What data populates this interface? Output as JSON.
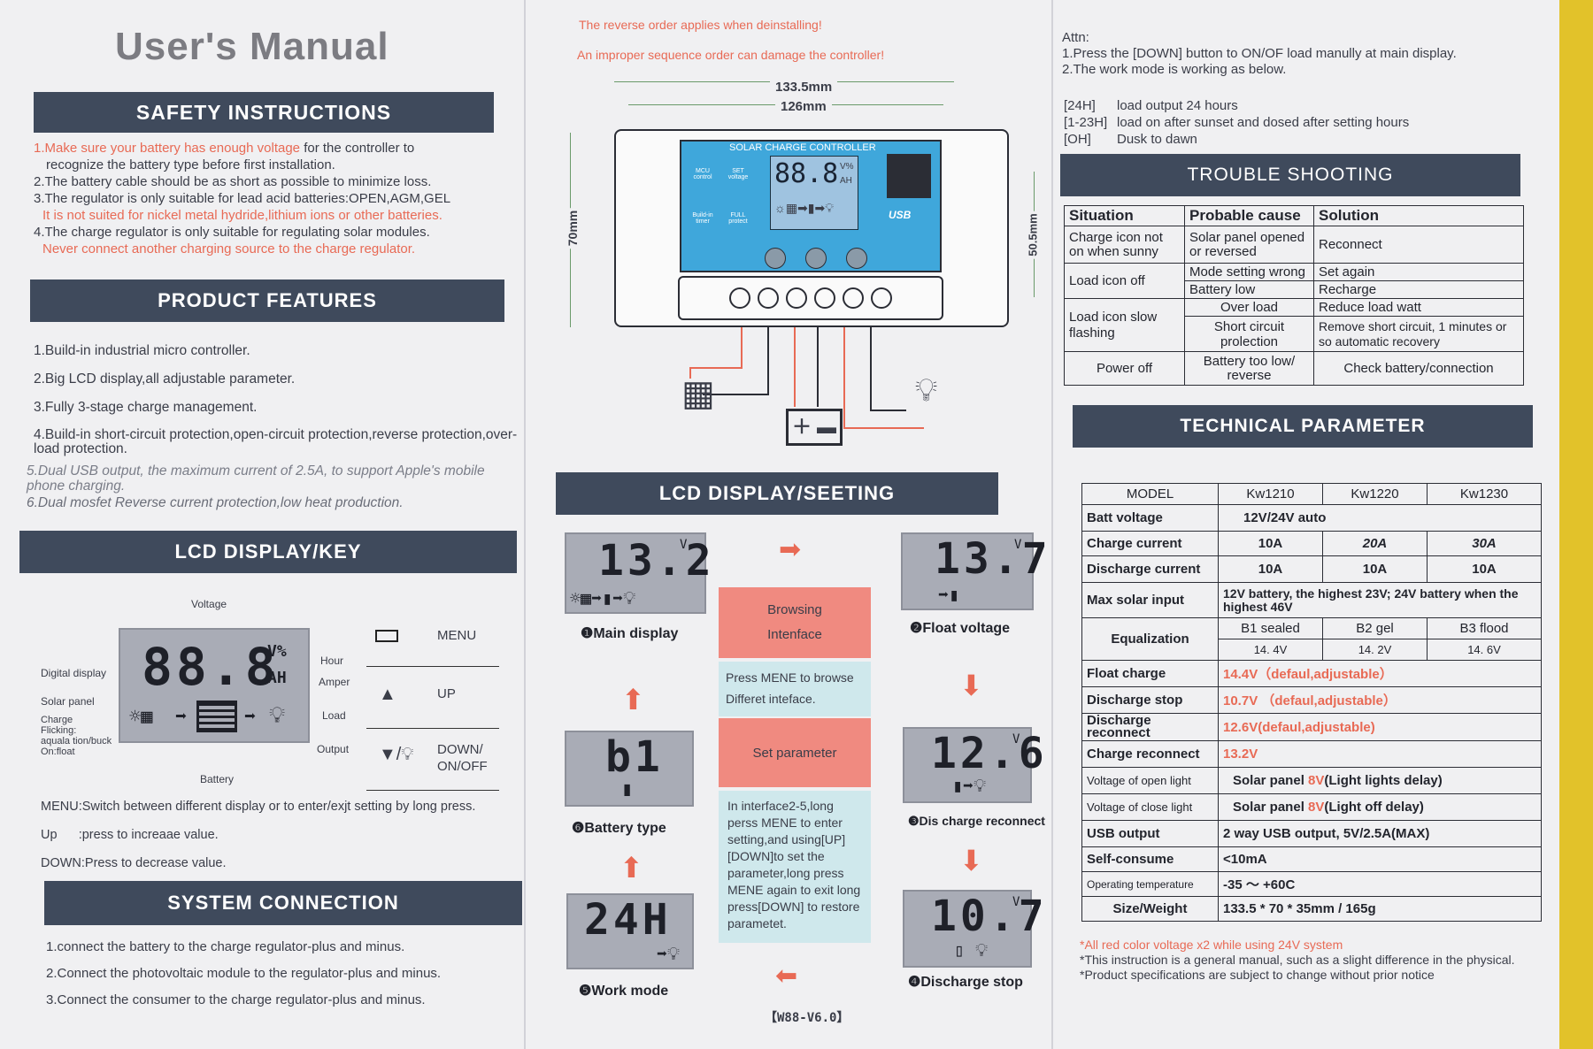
{
  "left": {
    "title": "User's Manual",
    "safety": {
      "heading": "SAFETY INSTRUCTIONS",
      "item1_red": "1.Make sure your battery has enough voltage",
      "item1_rest": " for the controller to",
      "item1_cont": "recognize the battery type before first installation.",
      "item2": "2.The battery cable should be as short as possible to minimize loss.",
      "item3": "3.The regulator is only suitable for lead acid batteries:OPEN,AGM,GEL",
      "item3_red": "It is not suited for nickel metal hydride,lithium ions or other batteries.",
      "item4": "4.The charge regulator is only suitable for regulating solar modules.",
      "item4_red": "Never connect another charging source to the charge regulator."
    },
    "features": {
      "heading": "PRODUCT FEATURES",
      "items": [
        "1.Build-in industrial micro controller.",
        "2.Big LCD display,all adjustable parameter.",
        "3.Fully 3-stage  charge management.",
        "4.Build-in short-circuit protection,open-circuit protection,reverse protection,over-load protection.",
        "5.Dual USB output, the maximum current of 2.5A, to support Apple's mobile phone charging.",
        "6.Dual mosfet Reverse current protection,low heat production."
      ]
    },
    "lcdkey": {
      "heading": "LCD DISPLAY/KEY",
      "digits": "88.8",
      "unit_top": "V%",
      "unit_bottom": "AH",
      "labels": {
        "voltage": "Voltage",
        "digital": "Digital display",
        "hour": "Hour",
        "amper": "Amper",
        "solar": "Solar panel",
        "charge": "Charge\nFlicking:\naquala tion/buck\nOn:float",
        "load": "Load",
        "output": "Output",
        "battery": "Battery"
      },
      "keys": [
        {
          "label": "MENU"
        },
        {
          "label": "UP"
        },
        {
          "label": "DOWN/\nON/OFF"
        }
      ],
      "desc": [
        "MENU:Switch between different display or to enter/exjt setting by long press.",
        "Up      :press to increaae value.",
        "DOWN:Press to decrease value."
      ]
    },
    "system": {
      "heading": "SYSTEM CONNECTION",
      "items": [
        "1.connect the battery to the charge regulator-plus and minus.",
        "2.Connect the photovoltaic module to the regulator-plus and minus.",
        "3.Connect the consumer to the charge regulator-plus and minus."
      ]
    }
  },
  "middle": {
    "warn1": "The reverse order applies when deinstalling!",
    "warn2": "An improper sequence order can damage the controller!",
    "dims": {
      "w_outer": "133.5mm",
      "w_inner": "126mm",
      "h_left": "70mm",
      "h_right": "50.5mm"
    },
    "device": {
      "title": "SOLAR CHARGE CONTROLLER",
      "digits": "88.8",
      "u1": "V%",
      "u2": "AH",
      "icons": [
        "MCU control",
        "SET voltage",
        "Build-in timer",
        "FULL protect"
      ],
      "usb": "USB"
    },
    "lcdset": {
      "heading": "LCD DISPLAY/SEETING",
      "screens": [
        {
          "value": "13.2",
          "unit": "V",
          "caption": "❶Main display"
        },
        {
          "value": "13.7",
          "unit": "V",
          "caption": "❷Float voltage"
        },
        {
          "value": "12.6",
          "unit": "V",
          "caption": "❸Dis charge reconnect"
        },
        {
          "value": "10.7",
          "unit": "V",
          "caption": "❹Discharge stop"
        },
        {
          "value": "24H",
          "unit": "",
          "caption": "❺Work mode"
        },
        {
          "value": "b1",
          "unit": "",
          "caption": "❻Battery type"
        }
      ],
      "browse_title": "Browsing\nIntenface",
      "browse_desc": "Press MENE to browse Differet inteface.",
      "set_title": "Set parameter",
      "set_desc": "In interface2-5,long perss MENE to enter setting,and using[UP][DOWN]to set the parameter,long press MENE again to exit long press[DOWN] to restore parametet."
    },
    "version": "【W88-V6.0】"
  },
  "right": {
    "attn": "Attn:",
    "attn1": "1.Press the [DOWN] button to ON/OF load manully at main display.",
    "attn2": "2.The work mode is working as below.",
    "modes": [
      {
        "k": "[24H]",
        "v": "load output 24 hours"
      },
      {
        "k": "[1-23H]",
        "v": "load on after sunset and dosed after setting hours"
      },
      {
        "k": "[OH]",
        "v": "Dusk to dawn"
      }
    ],
    "trouble": {
      "heading": "TROUBLE SHOOTING",
      "headers": [
        "Situation",
        "Probable cause",
        "Solution"
      ],
      "rows": [
        [
          "Charge icon not on when sunny",
          "Solar panel opened or reversed",
          "Reconnect"
        ],
        [
          "Load icon off",
          "Mode setting wrong",
          "Set again"
        ],
        [
          "",
          "Battery low",
          "Recharge"
        ],
        [
          "Load icon slow flashing",
          "Over load",
          "Reduce load watt"
        ],
        [
          "",
          "Short circuit prolection",
          "Remove short circuit, 1 minutes or so automatic recovery"
        ],
        [
          "Power off",
          "Battery too low/ reverse",
          "Check battery/connection"
        ]
      ]
    },
    "tech": {
      "heading": "TECHNICAL PARAMETER",
      "model_label": "MODEL",
      "models": [
        "Kw1210",
        "Kw1220",
        "Kw1230"
      ],
      "batt_label": "Batt voltage",
      "batt_value": "12V/24V  auto",
      "charge_label": "Charge current",
      "charge_values": [
        "10A",
        "20A",
        "30A"
      ],
      "discharge_label": "Discharge current",
      "discharge_values": [
        "10A",
        "10A",
        "10A"
      ],
      "solar_label": "Max solar input",
      "solar_value": "12V battery, the highest 23V; 24V battery when the highest 46V",
      "eq_label": "Equalization",
      "eq_types": [
        "B1 sealed",
        "B2 gel",
        "B3 flood"
      ],
      "eq_values": [
        "14. 4V",
        "14. 2V",
        "14. 6V"
      ],
      "float_label": "Float charge",
      "float_value": "14.4V（defaul,adjustable）",
      "dstop_label": "Discharge stop",
      "dstop_value": "10.7V （defaul,adjustable）",
      "drec_label": "Discharge reconnect",
      "drec_value": "12.6V(defaul,adjustable)",
      "crec_label": "Charge reconnect",
      "crec_value": "13.2V",
      "vopen_label": "Voltage of open light",
      "vopen_pre": "Solar panel ",
      "vopen_red": "8V",
      "vopen_post": "(Light lights delay)",
      "vclose_label": "Voltage of close light",
      "vclose_pre": "Solar panel ",
      "vclose_red": "8V",
      "vclose_post": "(Light off delay)",
      "usb_label": "USB output",
      "usb_value": "2 way USB output,  5V/2.5A(MAX)",
      "self_label": "Self-consume",
      "self_value": "<10mA",
      "temp_label": "Operating temperature",
      "temp_value": "-35 ～ +60C",
      "size_label": "Size/Weight",
      "size_value": "133.5 * 70 * 35mm  /  165g"
    },
    "notes": [
      "*All red color voltage x2 while using 24V system",
      "*This instruction is a general manual, such as a slight difference in the physical.",
      "*Product specifications are subject to change without prior notice"
    ]
  }
}
